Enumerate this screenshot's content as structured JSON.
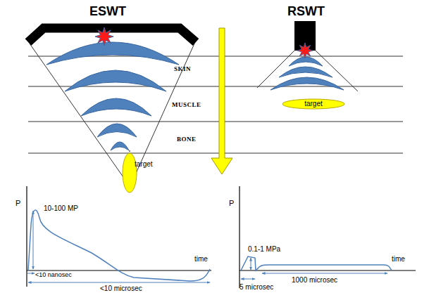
{
  "diagram": {
    "nodes": [
      {
        "text": [
          "target"
        ]
      },
      {
        "text": [
          "target"
        ]
      }
    ],
    "labels": [
      "ESWT",
      "RSWT",
      "SKIN",
      "MUSCLE",
      "BONE",
      "P",
      "10-100 MP",
      "<10 nanosec",
      "<10 microsec",
      "time",
      "P",
      "0.1-1 MPa",
      "5 microsec",
      "1000 microsec",
      "time"
    ]
  }
}
